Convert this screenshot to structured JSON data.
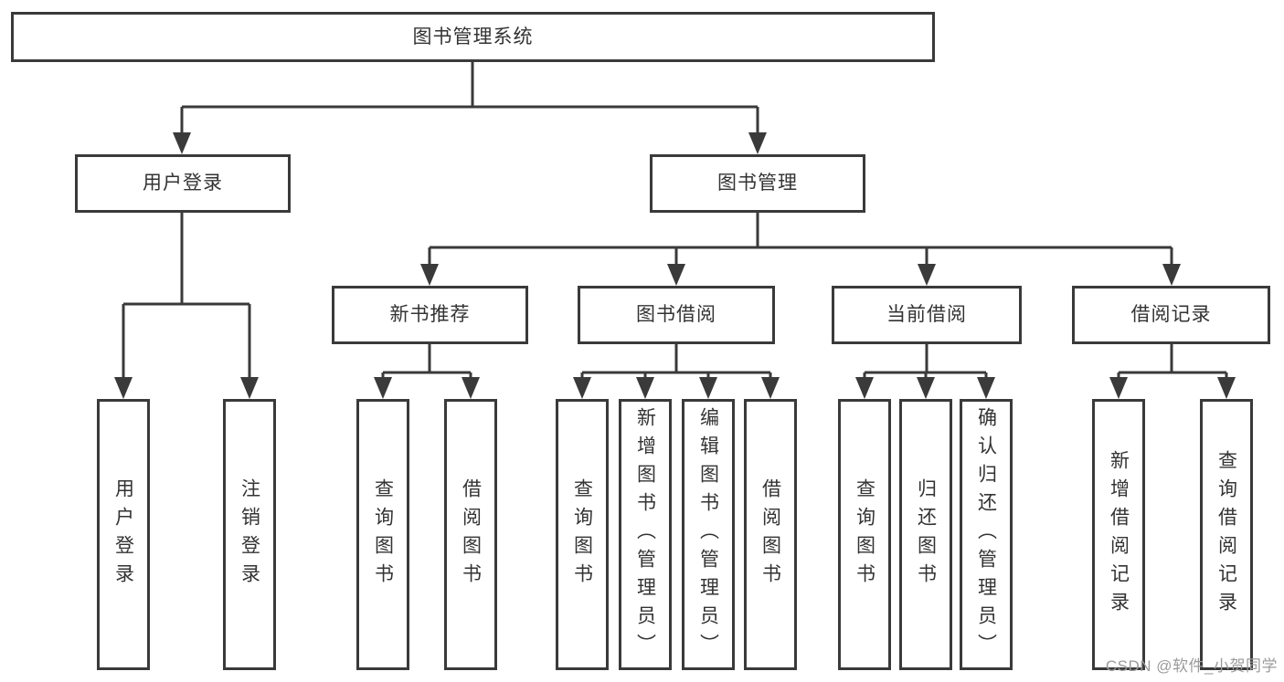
{
  "colors": {
    "line": "#3a3a3a",
    "box_border": "#3a3a3a",
    "box_bg": "#ffffff",
    "text": "#333333",
    "watermark": "#9b9b9b",
    "background": "#ffffff"
  },
  "watermark": {
    "text": "CSDN @软件_小贺同学"
  },
  "tree": {
    "label": "图书管理系统",
    "children": [
      {
        "label": "用户登录",
        "children": [
          {
            "label": "用户登录"
          },
          {
            "label": "注销登录"
          }
        ]
      },
      {
        "label": "图书管理",
        "children": [
          {
            "label": "新书推荐",
            "children": [
              {
                "label": "查询图书"
              },
              {
                "label": "借阅图书"
              }
            ]
          },
          {
            "label": "图书借阅",
            "children": [
              {
                "label": "查询图书"
              },
              {
                "label": "新增图书（管理员）"
              },
              {
                "label": "编辑图书（管理员）"
              },
              {
                "label": "借阅图书"
              }
            ]
          },
          {
            "label": "当前借阅",
            "children": [
              {
                "label": "查询图书"
              },
              {
                "label": "归还图书"
              },
              {
                "label": "确认归还（管理员）"
              }
            ]
          },
          {
            "label": "借阅记录",
            "children": [
              {
                "label": "新增借阅记录"
              },
              {
                "label": "查询借阅记录"
              }
            ]
          }
        ]
      }
    ]
  }
}
